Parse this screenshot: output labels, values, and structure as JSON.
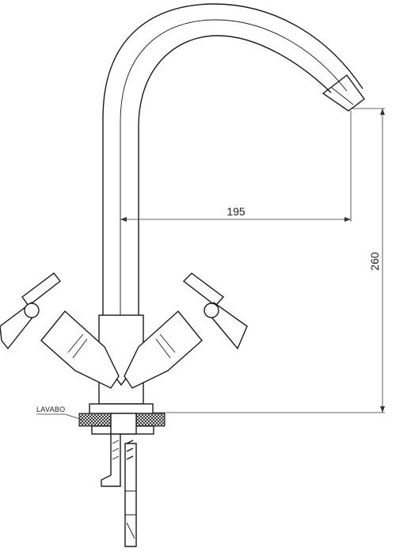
{
  "dimensions": {
    "spout_reach": "195",
    "total_height": "260"
  },
  "labels": {
    "basin": "LAVABO"
  },
  "colors": {
    "line": "#1a1a1a",
    "background": "#ffffff"
  }
}
